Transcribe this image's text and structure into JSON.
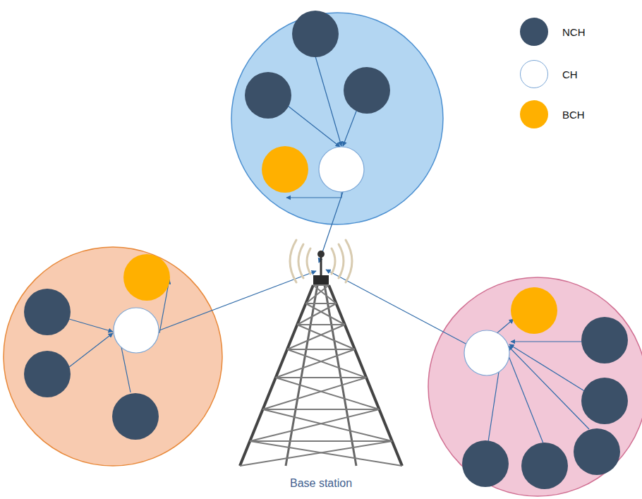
{
  "diagram": {
    "labels": [
      "Base station"
    ],
    "legend": [
      {
        "text": "NCH",
        "color": "#3b5068"
      },
      {
        "text": "CH",
        "color": "#ffffff"
      },
      {
        "text": "BCH",
        "color": "#ffb000"
      }
    ]
  }
}
